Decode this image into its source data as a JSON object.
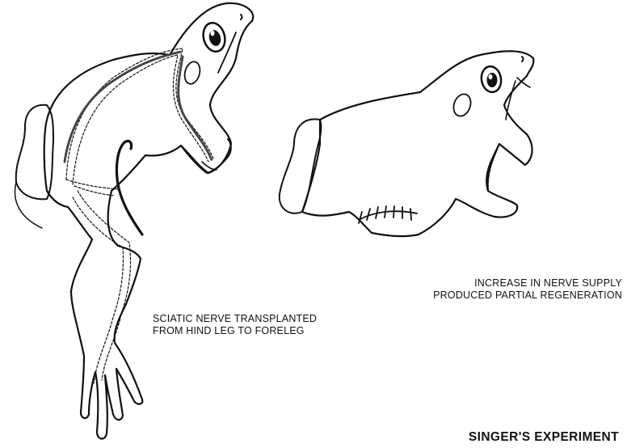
{
  "title": "SINGER'S EXPERIMENT",
  "left_frog": {
    "caption_lines": [
      "SCIATIC NERVE TRANSPLANTED",
      "FROM HIND LEG TO FORELEG"
    ]
  },
  "right_frog": {
    "caption_lines": [
      "INCREASE IN NERVE SUPPLY",
      "PRODUCED PARTIAL REGENERATION"
    ]
  }
}
